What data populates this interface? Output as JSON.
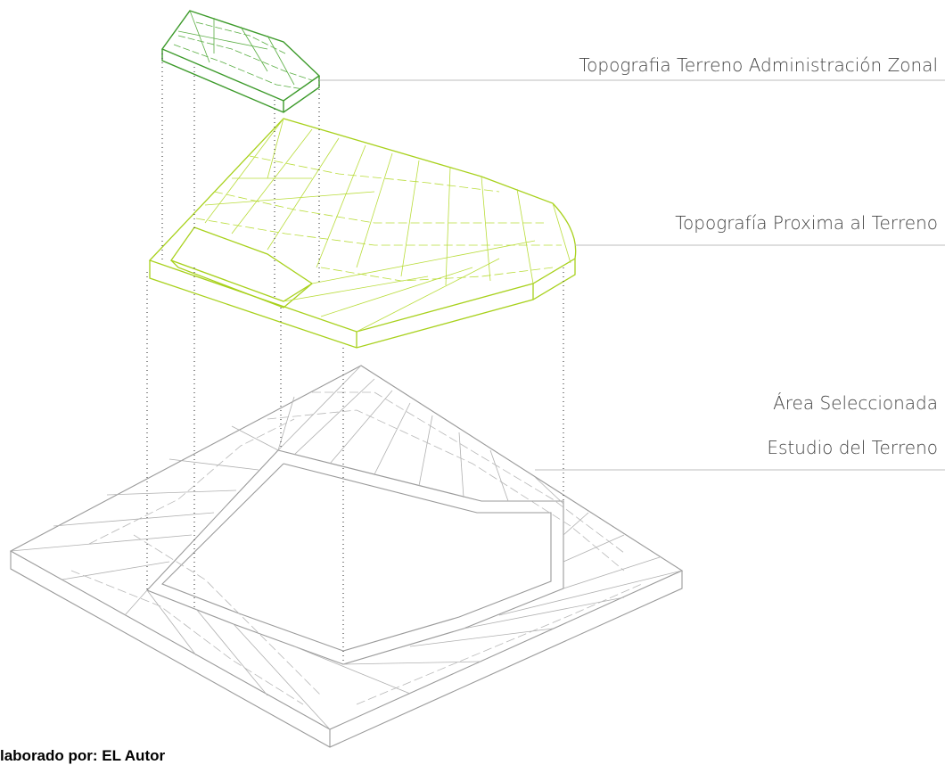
{
  "labels": {
    "layer_top": "Topografia Terreno  Administración Zonal",
    "layer_middle": "Topografía Proxima al Terreno",
    "layer_bottom_line1": "Área Seleccionada",
    "layer_bottom_line2": "Estudio del Terreno"
  },
  "credit": "laborado por: EL Autor",
  "colors": {
    "top_layer": "#3c9a2a",
    "middle_layer": "#a8d11c",
    "bottom_layer": "#9a9a9a",
    "label_text": "#444444",
    "leader_line": "#bdbdbd"
  }
}
